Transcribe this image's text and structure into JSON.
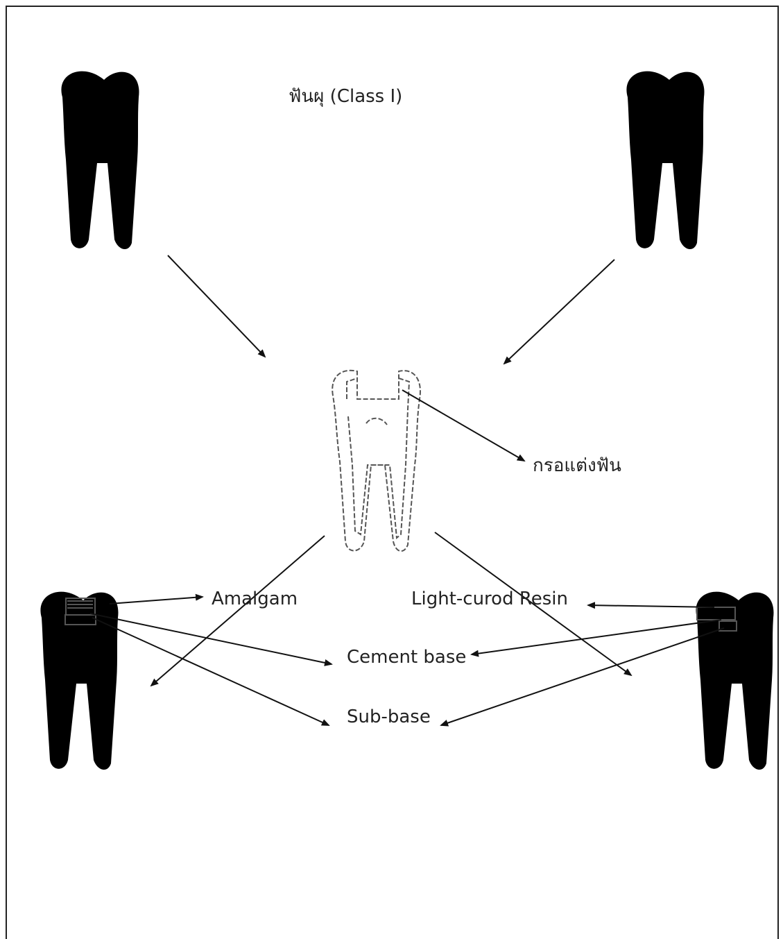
{
  "title": "ฟันผุ (Class I)",
  "labels": {
    "trimming": "กรอแต่งฟัน",
    "amalgam": "Amalgam",
    "light_cured_resin": "Light-curod Resin",
    "cement_base": "Cement base",
    "sub_base": "Sub-base"
  },
  "teeth": [
    {
      "name": "decayed-tooth-left",
      "state": "carious"
    },
    {
      "name": "decayed-tooth-right",
      "state": "carious"
    },
    {
      "name": "prepared-tooth",
      "state": "cavity prepared"
    },
    {
      "name": "amalgam-restored-tooth",
      "state": "restored"
    },
    {
      "name": "resin-restored-tooth",
      "state": "restored"
    }
  ],
  "colors": {
    "line": "#111111",
    "sketch": "#555555",
    "text": "#222222"
  }
}
